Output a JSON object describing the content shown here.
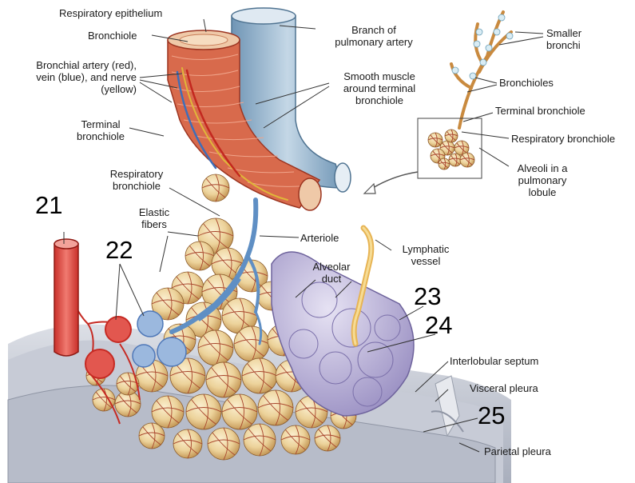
{
  "labels": {
    "respiratory_epithelium": "Respiratory epithelium",
    "bronchiole": "Bronchiole",
    "bronchial_vessels_1": "Bronchial artery (red),",
    "bronchial_vessels_2": "vein (blue), and nerve",
    "bronchial_vessels_3": "(yellow)",
    "terminal_bronchiole_1": "Terminal",
    "terminal_bronchiole_2": "bronchiole",
    "branch_pulmonary_artery_1": "Branch of",
    "branch_pulmonary_artery_2": "pulmonary artery",
    "smooth_muscle_1": "Smooth muscle",
    "smooth_muscle_2": "around terminal",
    "smooth_muscle_3": "bronchiole",
    "respiratory_bronchiole_left_1": "Respiratory",
    "respiratory_bronchiole_left_2": "bronchiole",
    "elastic_fibers_1": "Elastic",
    "elastic_fibers_2": "fibers",
    "arteriole": "Arteriole",
    "lymphatic_vessel_1": "Lymphatic",
    "lymphatic_vessel_2": "vessel",
    "alveolar_duct_1": "Alveolar",
    "alveolar_duct_2": "duct",
    "smaller_bronchi_1": "Smaller",
    "smaller_bronchi_2": "bronchi",
    "bronchioles": "Bronchioles",
    "terminal_bronchiole_inset": "Terminal  bronchiole",
    "respiratory_bronchiole_inset": "Respiratory bronchiole",
    "alveoli_1": "Alveoli in a",
    "alveoli_2": "pulmonary",
    "alveoli_3": "lobule",
    "interlobular_septum": "Interlobular septum",
    "visceral_pleura": "Visceral pleura",
    "parietal_pleura": "Parietal pleura"
  },
  "numbers": {
    "n21": "21",
    "n22": "22",
    "n23": "23",
    "n24": "24",
    "n25": "25"
  }
}
